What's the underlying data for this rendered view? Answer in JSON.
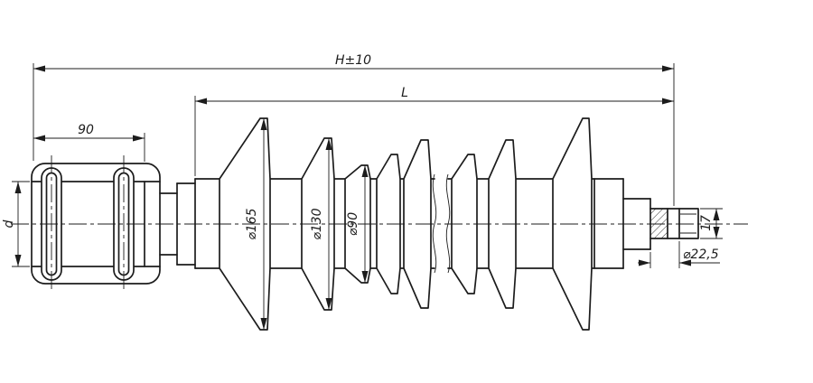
{
  "drawing": {
    "colors": {
      "line": "#1c1c1c",
      "background": "#ffffff"
    },
    "dims": {
      "overall_length": "H±10",
      "insulating_part_length": "L",
      "clamp_width": "90",
      "conductor_diameter": "d",
      "shed_large_diameter": "⌀165",
      "shed_medium_diameter": "⌀130",
      "shed_small_diameter": "⌀90",
      "pin_length": "17",
      "pin_diameter": "⌀22,5"
    }
  }
}
